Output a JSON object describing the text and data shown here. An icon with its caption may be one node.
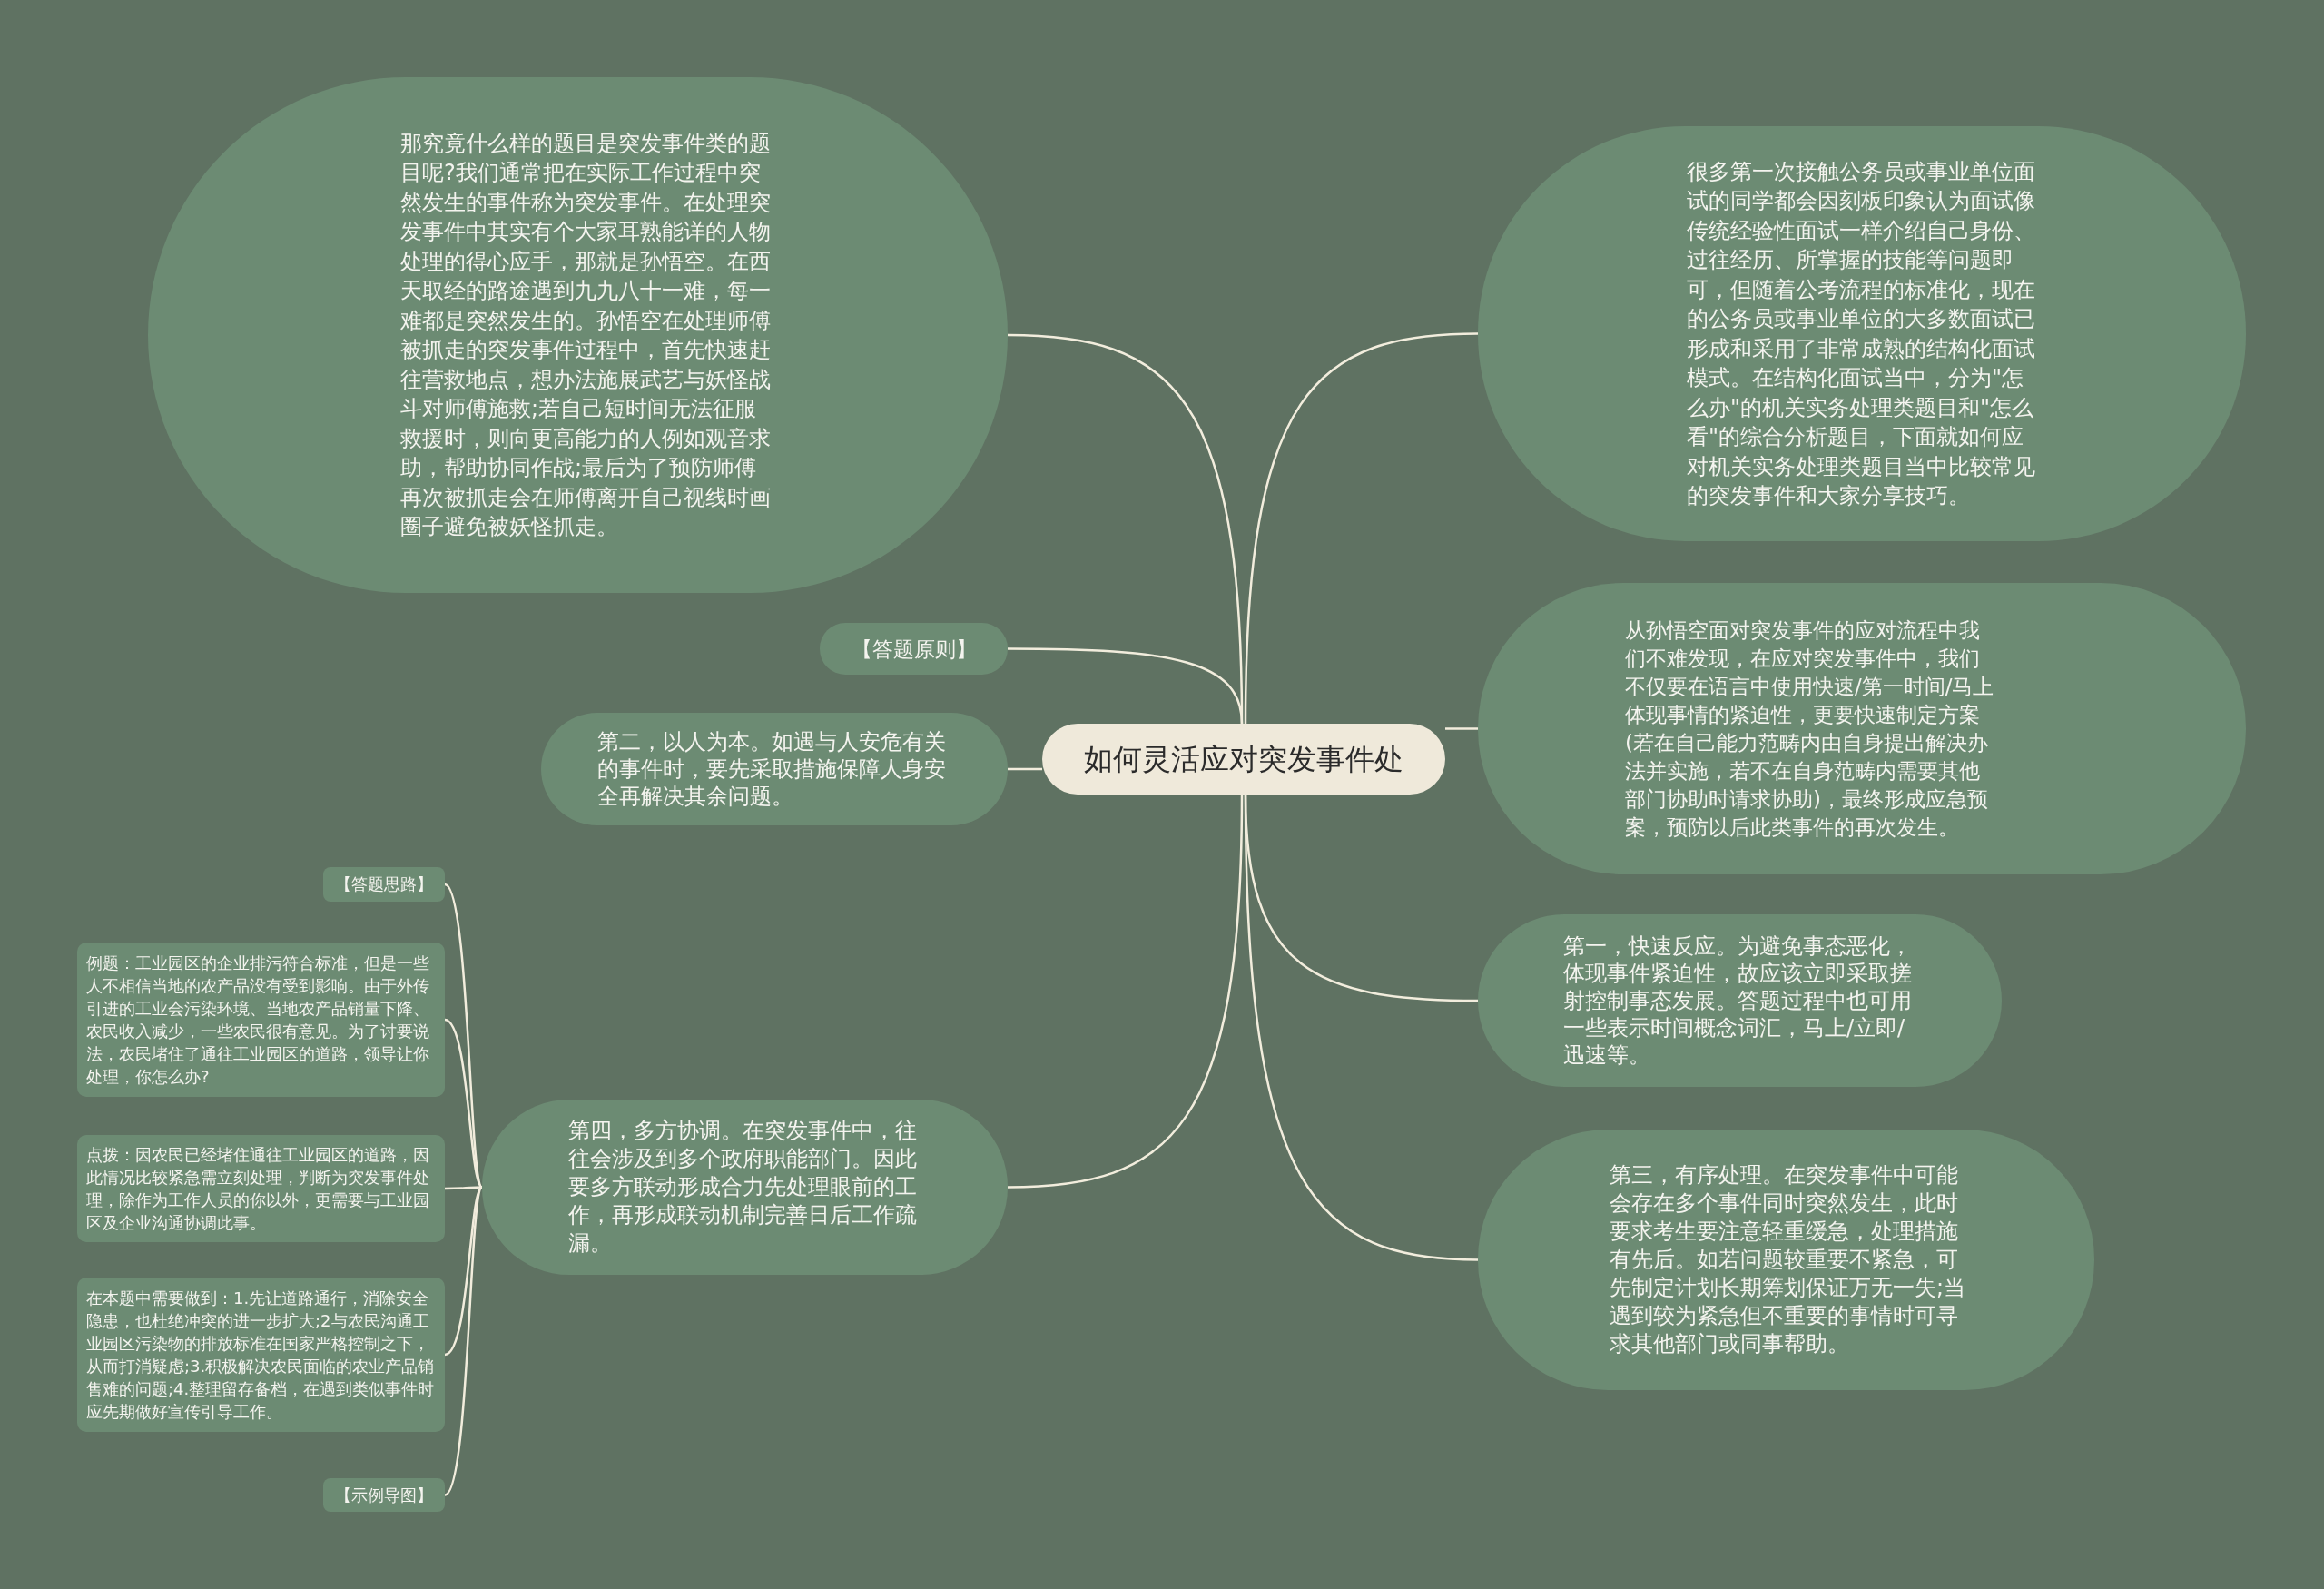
{
  "diagram": {
    "nodes": [
      {
        "text": [
          "如何灵活应对突发事件处"
        ]
      },
      {
        "text": [
          "那究竟什么样的题目是突发事件类的题目呢?我们通常把在实际工作过程中突然发生的事件称为突发事件。在处理突发事件中其实有个大家耳熟能详的人物处理的得心应手，那就是孙悟空。在西天取经的路途遇到九九八十一难，每一难都是突然发生的。孙悟空在处理师傅被抓走的突发事件过程中，首先快速赶往营救地点，想办法施展武艺与妖怪战斗对师傅施救;若自己短时间无法征服救援时，则向更高能力的人例如观音求助，帮助协同作战;最后为了预防师傅再次被抓走会在师傅离开自己视线时画圈子避免被妖怪抓走。"
        ]
      },
      {
        "text": [
          "【答题原则】"
        ]
      },
      {
        "text": [
          "第二，以人为本。如遇与人安危有关的事件时，要先采取措施保障人身安全再解决其余问题。"
        ]
      },
      {
        "text": [
          "第四，多方协调。在突发事件中，往往会涉及到多个政府职能部门。因此要多方联动形成合力先处理眼前的工作，再形成联动机制完善日后工作疏漏。"
        ]
      },
      {
        "text": [
          "【答题思路】"
        ]
      },
      {
        "text": [
          "例题：工业园区的企业排污符合标准，但是一些人不相信当地的农产品没有受到影响。由于外传引进的工业会污染环境、当地农产品销量下降、农民收入减少，一些农民很有意见。为了讨要说法，农民堵住了通往工业园区的道路，领导让你处理，你怎么办?"
        ]
      },
      {
        "text": [
          "点拨：因农民已经堵住通往工业园区的道路，因此情况比较紧急需立刻处理，判断为突发事件处理，除作为工作人员的你以外，更需要与工业园区及企业沟通协调此事。"
        ]
      },
      {
        "text": [
          "在本题中需要做到：1.先让道路通行，消除安全隐患，也杜绝冲突的进一步扩大;2与农民沟通工业园区污染物的排放标准在国家严格控制之下，从而打消疑虑;3.积极解决农民面临的农业产品销售难的问题;4.整理留存备档，在遇到类似事件时应先期做好宣传引导工作。"
        ]
      },
      {
        "text": [
          "【示例导图】"
        ]
      },
      {
        "text": [
          "很多第一次接触公务员或事业单位面试的同学都会因刻板印象认为面试像传统经验性面试一样介绍自己身份、过往经历、所掌握的技能等问题即可，但随着公考流程的标准化，现在的公务员或事业单位的大多数面试已形成和采用了非常成熟的结构化面试模式。在结构化面试当中，分为\"怎么办\"的机关实务处理类题目和\"怎么看\"的综合分析题目，下面就如何应对机关实务处理类题目当中比较常见的突发事件和大家分享技巧。"
        ]
      },
      {
        "text": [
          "从孙悟空面对突发事件的应对流程中我们不难发现，在应对突发事件中，我们不仅要在语言中使用快速/第一时间/马上体现事情的紧迫性，更要快速制定方案(若在自己能力范畴内由自身提出解决办法并实施，若不在自身范畴内需要其他部门协助时请求协助)，最终形成应急预案，预防以后此类事件的再次发生。"
        ]
      },
      {
        "text": [
          "第一，快速反应。为避免事态恶化，体现事件紧迫性，故应该立即采取搓射控制事态发展。答题过程中也可用一些表示时间概念词汇，马上/立即/迅速等。"
        ]
      },
      {
        "text": [
          "第三，有序处理。在突发事件中可能会存在多个事件同时突然发生，此时要求考生要注意轻重缓急，处理措施有先后。如若问题较重要不紧急，可先制定计划长期筹划保证万无一失;当遇到较为紧急但不重要的事情时可寻求其他部门或同事帮助。"
        ]
      }
    ],
    "edges": [
      {
        "from": 0,
        "to": 1,
        "arrow": "none"
      },
      {
        "from": 0,
        "to": 2,
        "arrow": "none"
      },
      {
        "from": 0,
        "to": 3,
        "arrow": "none"
      },
      {
        "from": 0,
        "to": 4,
        "arrow": "none"
      },
      {
        "from": 4,
        "to": 5,
        "arrow": "none"
      },
      {
        "from": 4,
        "to": 6,
        "arrow": "none"
      },
      {
        "from": 4,
        "to": 7,
        "arrow": "none"
      },
      {
        "from": 4,
        "to": 8,
        "arrow": "none"
      },
      {
        "from": 4,
        "to": 9,
        "arrow": "none"
      },
      {
        "from": 0,
        "to": 10,
        "arrow": "none"
      },
      {
        "from": 0,
        "to": 11,
        "arrow": "none"
      },
      {
        "from": 0,
        "to": 12,
        "arrow": "none"
      },
      {
        "from": 0,
        "to": 13,
        "arrow": "none"
      }
    ]
  }
}
